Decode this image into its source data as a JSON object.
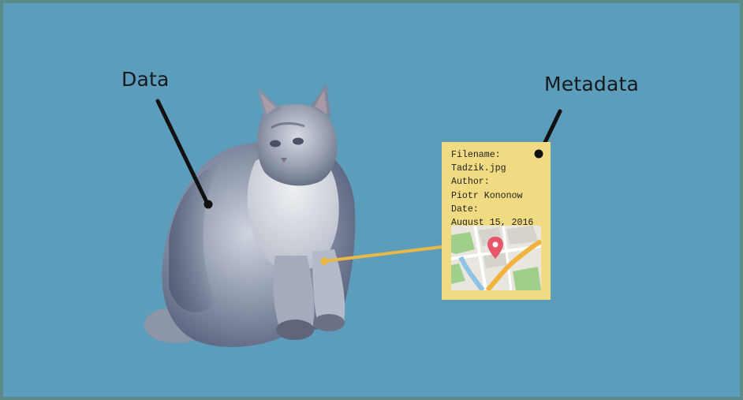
{
  "labels": {
    "data": "Data",
    "metadata": "Metadata"
  },
  "metadata_card": {
    "lines": [
      "Filename:",
      "Tadzik.jpg",
      "Author:",
      "Piotr Kononow",
      "Date:",
      "August 15, 2016"
    ]
  },
  "colors": {
    "background": "#5b9dba",
    "card": "#f1db82",
    "connector": "#e8b84a",
    "pointer": "#111111",
    "map_pin": "#e8566a"
  },
  "icons": {
    "map": "map-thumbnail-icon",
    "pin": "location-pin-icon",
    "subject": "cat-photo"
  }
}
